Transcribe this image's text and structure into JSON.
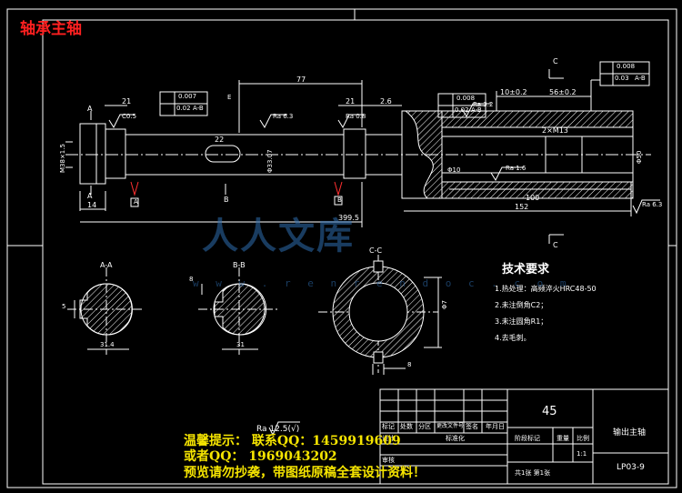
{
  "header": {
    "title": "轴承主轴"
  },
  "dimensions": {
    "d21": "21",
    "d77": "77",
    "d2_6": "2.6",
    "d10": "10±0.2",
    "d56": "56±0.2",
    "d14": "14",
    "d399": "399.5",
    "d100": "100",
    "d152": "152",
    "d22": "22",
    "thread_left": "M38×1.5",
    "dia_mid": "Φ33.07",
    "dia_right": "Φ50",
    "hole": "2×M13",
    "d310": "Φ10",
    "chamfer": "C0.5"
  },
  "tolerances": {
    "t1a": "0.007",
    "t1b": "0.02",
    "t1c": "A-B",
    "t2a": "0.008",
    "t2b": "0.02",
    "t2c": "A-B",
    "t3a": "0.008",
    "t3b": "0.03",
    "t3c": "A-B"
  },
  "roughness": {
    "r08": "Ra 0.8",
    "r32": "Ra 3.2",
    "r16": "Ra 1.6",
    "r63": "Ra 6.3"
  },
  "section_labels": {
    "sec_a": "A-A",
    "sec_b": "B-B",
    "sec_c": "C-C",
    "mark_a": "A",
    "mark_b": "B",
    "mark_c": "C",
    "mark_e": "E"
  },
  "section_dims": {
    "aa_width": "31.4",
    "bb_width": "31",
    "cc_dia": "Φ7",
    "cc_8": "8",
    "aa_5": "5",
    "bb_8": "8"
  },
  "tech_req": {
    "heading": "技术要求",
    "items": [
      "1.热处理：高频淬火HRC48-50",
      "2.未注倒角C2；",
      "3.未注圆角R1；",
      "4.去毛刺。"
    ]
  },
  "title_block": {
    "material": "45",
    "part_name": "输出主轴",
    "drawing_no": "LP03-9",
    "scale": "1:1",
    "sheet": "共1张 第1张",
    "h_labels": [
      "标记",
      "处数",
      "分区",
      "更改文件号",
      "签名",
      "年月日"
    ],
    "h_labels2": [
      "标准化"
    ],
    "h_stage": [
      "阶段标记",
      "重量",
      "比例"
    ],
    "h_design": [
      "设计"
    ],
    "h_review": [
      "审核"
    ]
  },
  "bottom": {
    "ra_note": "Ra 12.5(√)"
  },
  "watermark": {
    "line1": "温馨提示：  联系QQ：1459919609",
    "line2": "或者QQ：  1969043202",
    "line3": "预览请勿抄袭，带图纸原稿全套设计资料！",
    "logo": "人人文库",
    "logo_url": "w w w . r e n r e n d o c . c o m"
  },
  "colors": {
    "bg": "#000000",
    "line": "#ffffff",
    "hatch": "#ffffff",
    "accent": "#ff2020",
    "watermark": "#f5e400",
    "logo": "#2f6db0"
  }
}
